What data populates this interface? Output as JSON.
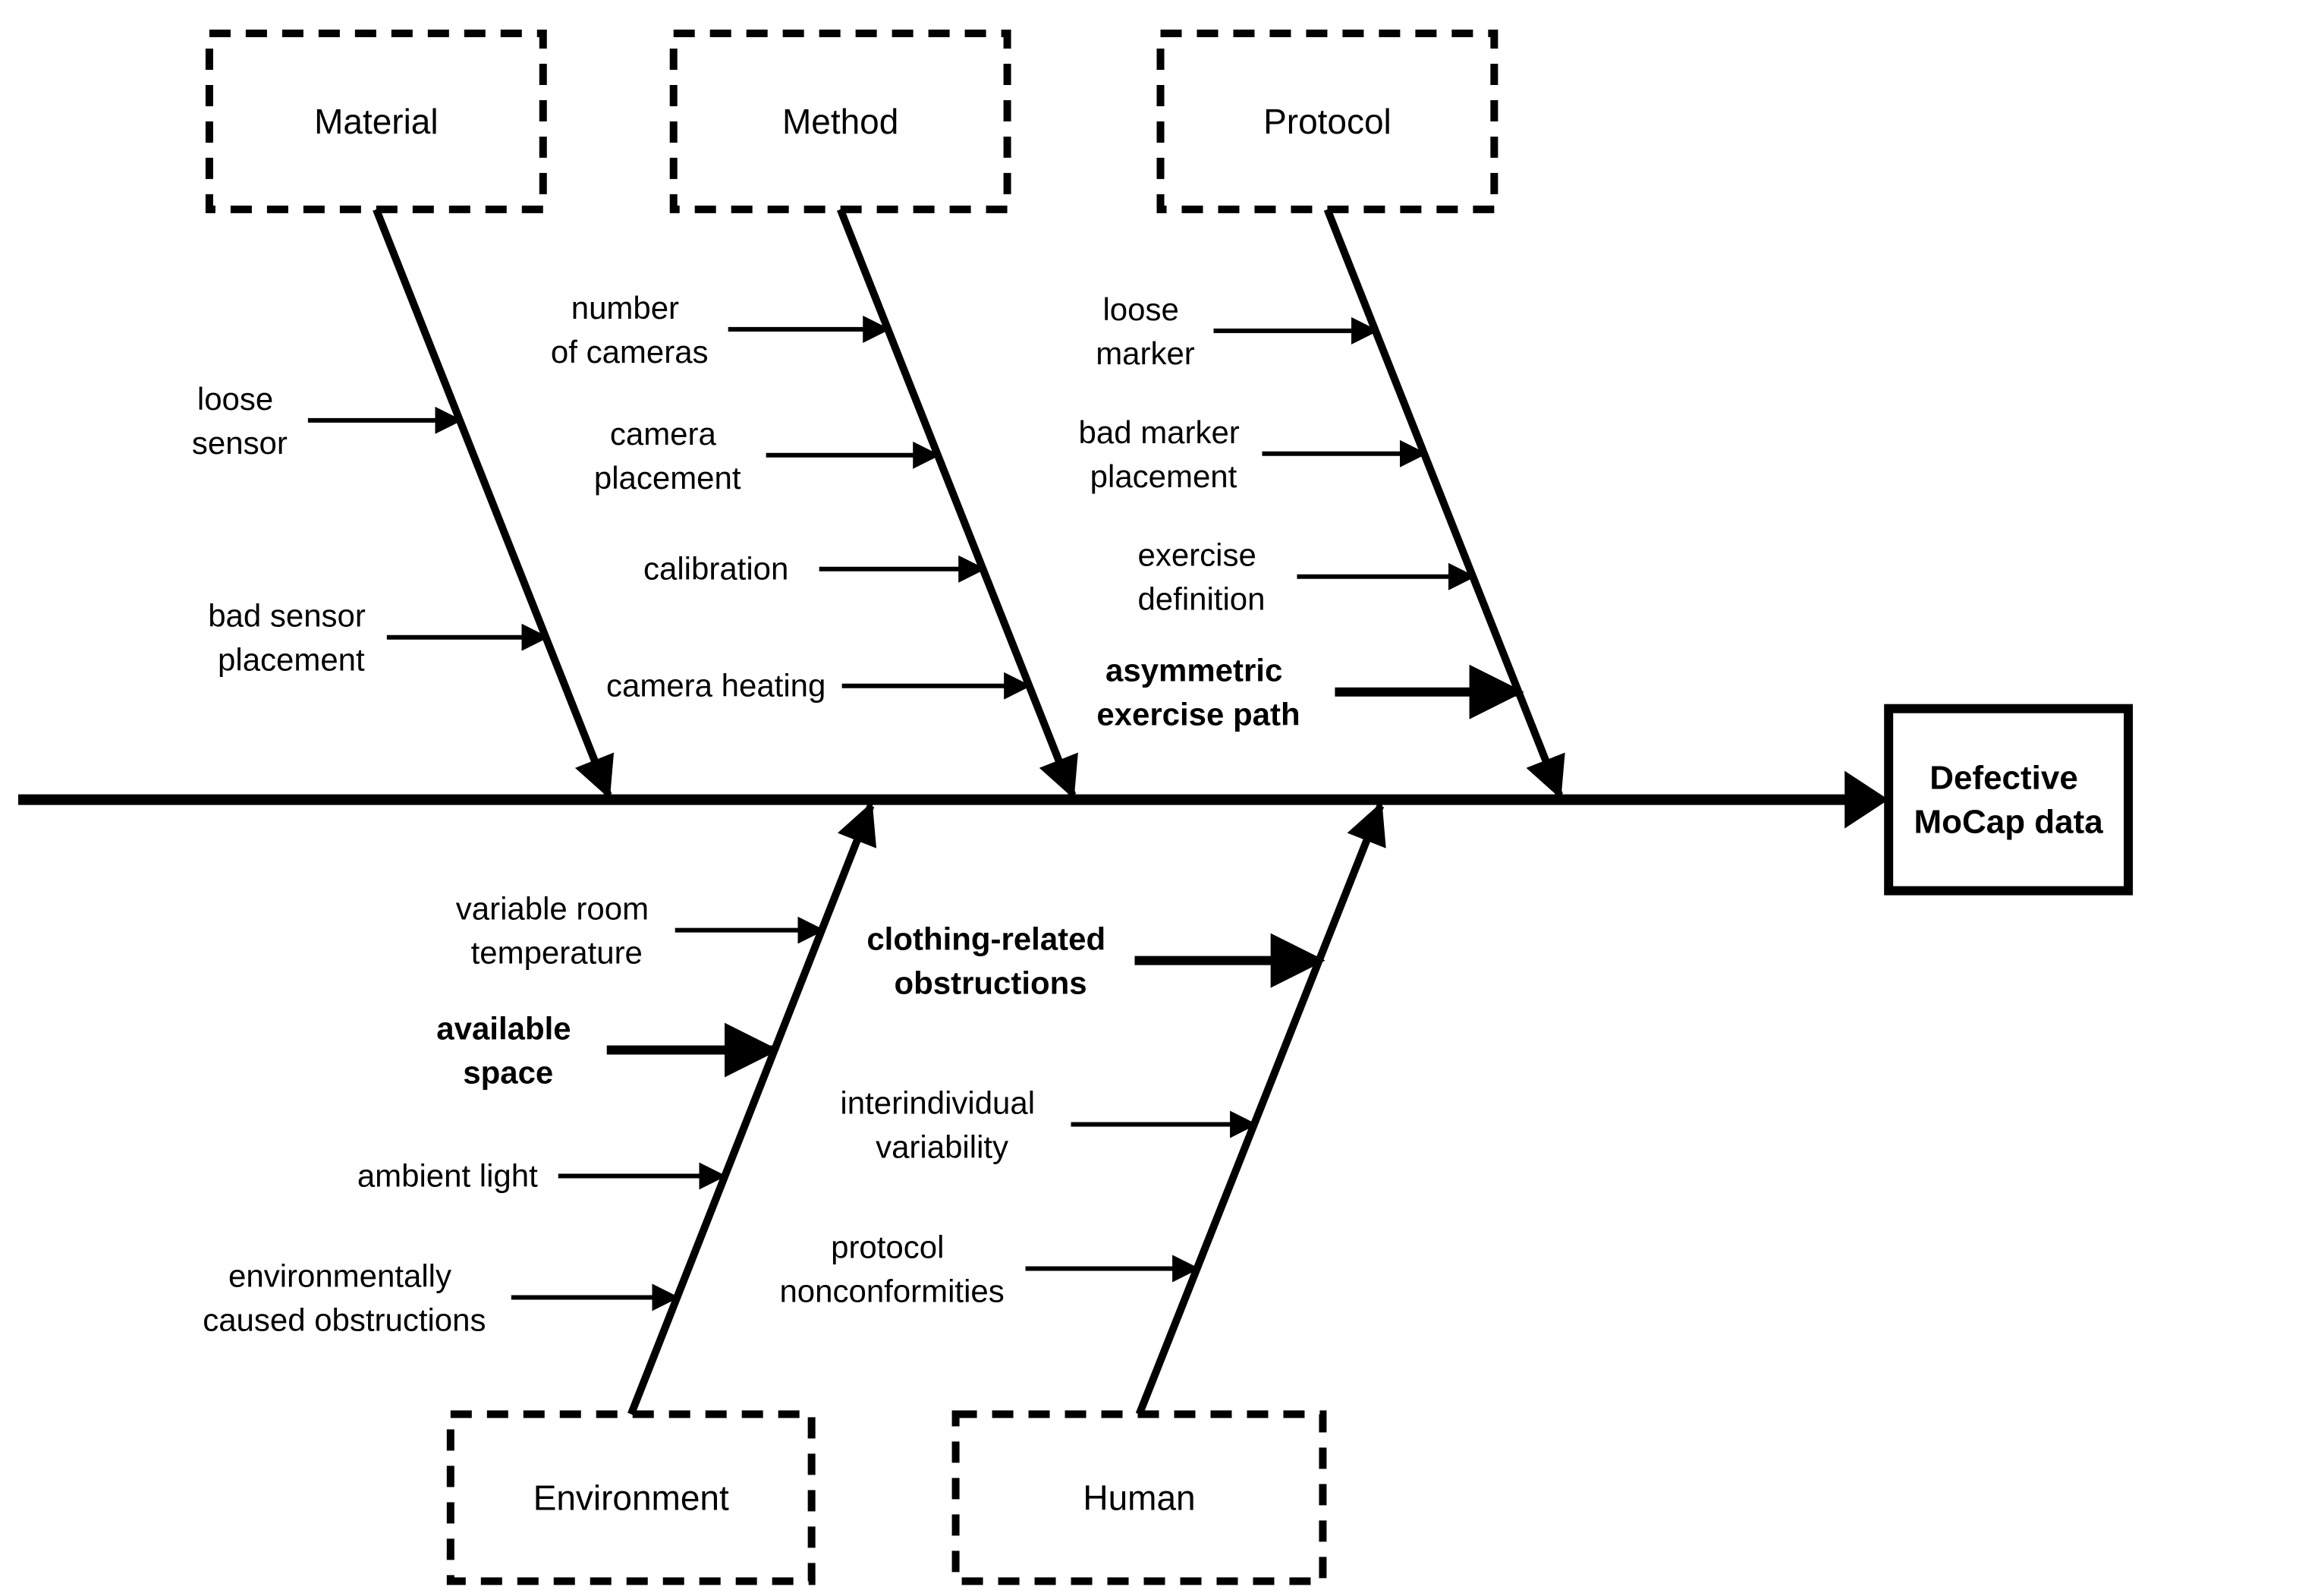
{
  "colors": {
    "ink": "#000000",
    "background": "#ffffff"
  },
  "effect": {
    "label": "Defective MoCap data",
    "lines": [
      "Defective",
      "MoCap data"
    ]
  },
  "categories": [
    {
      "label": "Material",
      "side": "top",
      "causes": [
        {
          "label": "loose sensor",
          "bold": false,
          "lines": [
            "loose",
            "sensor"
          ]
        },
        {
          "label": "bad sensor placement",
          "bold": false,
          "lines": [
            "bad sensor",
            "placement"
          ]
        }
      ]
    },
    {
      "label": "Method",
      "side": "top",
      "causes": [
        {
          "label": "number of cameras",
          "bold": false,
          "lines": [
            "number",
            "of cameras"
          ]
        },
        {
          "label": "camera placement",
          "bold": false,
          "lines": [
            "camera",
            "placement"
          ]
        },
        {
          "label": "calibration",
          "bold": false,
          "lines": [
            "calibration"
          ]
        },
        {
          "label": "camera heating",
          "bold": false,
          "lines": [
            "camera heating"
          ]
        }
      ]
    },
    {
      "label": "Protocol",
      "side": "top",
      "causes": [
        {
          "label": "loose marker",
          "bold": false,
          "lines": [
            "loose",
            "marker"
          ]
        },
        {
          "label": "bad marker placement",
          "bold": false,
          "lines": [
            "bad marker",
            "placement"
          ]
        },
        {
          "label": "exercise definition",
          "bold": false,
          "lines": [
            "exercise",
            "definition"
          ]
        },
        {
          "label": "asymmetric exercise path",
          "bold": true,
          "lines": [
            "asymmetric",
            "exercise path"
          ]
        }
      ]
    },
    {
      "label": "Environment",
      "side": "bottom",
      "causes": [
        {
          "label": "variable room temperature",
          "bold": false,
          "lines": [
            "variable room",
            "temperature"
          ]
        },
        {
          "label": "available space",
          "bold": true,
          "lines": [
            "available",
            "space"
          ]
        },
        {
          "label": "ambient light",
          "bold": false,
          "lines": [
            "ambient light"
          ]
        },
        {
          "label": "environmentally caused obstructions",
          "bold": false,
          "lines": [
            "environmentally",
            "caused obstructions"
          ]
        }
      ]
    },
    {
      "label": "Human",
      "side": "bottom",
      "causes": [
        {
          "label": "clothing-related obstructions",
          "bold": true,
          "lines": [
            "clothing-related",
            "obstructions"
          ]
        },
        {
          "label": "interindividual variability",
          "bold": false,
          "lines": [
            "interindividual",
            "variability"
          ]
        },
        {
          "label": "protocol nonconformities",
          "bold": false,
          "lines": [
            "protocol",
            "nonconformities"
          ]
        }
      ]
    }
  ]
}
